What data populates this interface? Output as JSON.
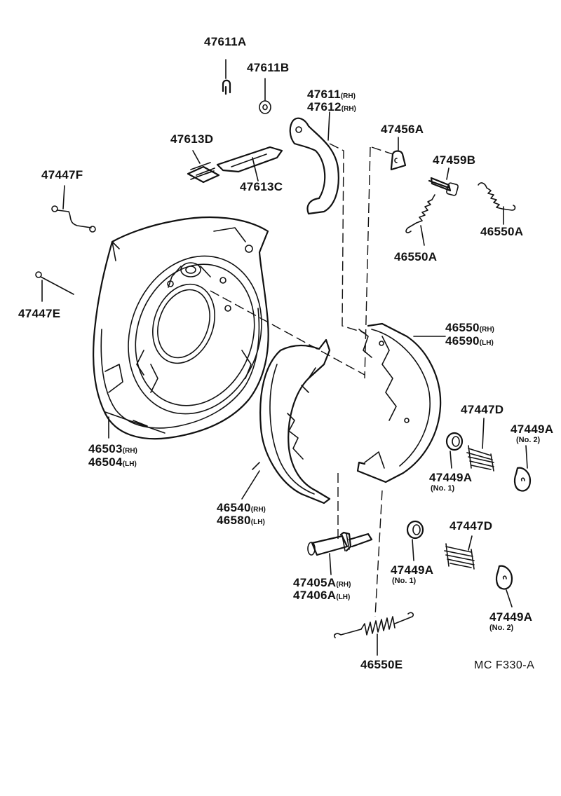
{
  "code": "MC F330-A",
  "parts": {
    "p47611A": {
      "num": "47611A"
    },
    "p47611B": {
      "num": "47611B"
    },
    "p47611": {
      "num": "47611",
      "sfx": "(RH)"
    },
    "p47612": {
      "num": "47612",
      "sfx": "(RH)"
    },
    "p47456A": {
      "num": "47456A"
    },
    "p47613D": {
      "num": "47613D"
    },
    "p47613C": {
      "num": "47613C"
    },
    "p47459B": {
      "num": "47459B"
    },
    "p47447F": {
      "num": "47447F"
    },
    "p46550A_r": {
      "num": "46550A"
    },
    "p46550A_l": {
      "num": "46550A"
    },
    "p47447E": {
      "num": "47447E"
    },
    "p46550": {
      "num": "46550",
      "sfx": "(RH)"
    },
    "p46590": {
      "num": "46590",
      "sfx": "(LH)"
    },
    "p47447D_1": {
      "num": "47447D"
    },
    "p47449A_1": {
      "num": "47449A",
      "sub": "(No. 2)"
    },
    "p47449A_2": {
      "num": "47449A",
      "sub": "(No. 1)"
    },
    "p46503": {
      "num": "46503",
      "sfx": "(RH)"
    },
    "p46504": {
      "num": "46504",
      "sfx": "(LH)"
    },
    "p46540": {
      "num": "46540",
      "sfx": "(RH)"
    },
    "p46580": {
      "num": "46580",
      "sfx": "(LH)"
    },
    "p47447D_2": {
      "num": "47447D"
    },
    "p47449A_3": {
      "num": "47449A",
      "sub": "(No. 1)"
    },
    "p47405A": {
      "num": "47405A",
      "sfx": "(RH)"
    },
    "p47406A": {
      "num": "47406A",
      "sfx": "(LH)"
    },
    "p47449A_4": {
      "num": "47449A",
      "sub": "(No. 2)"
    },
    "p46550E": {
      "num": "46550E"
    }
  }
}
